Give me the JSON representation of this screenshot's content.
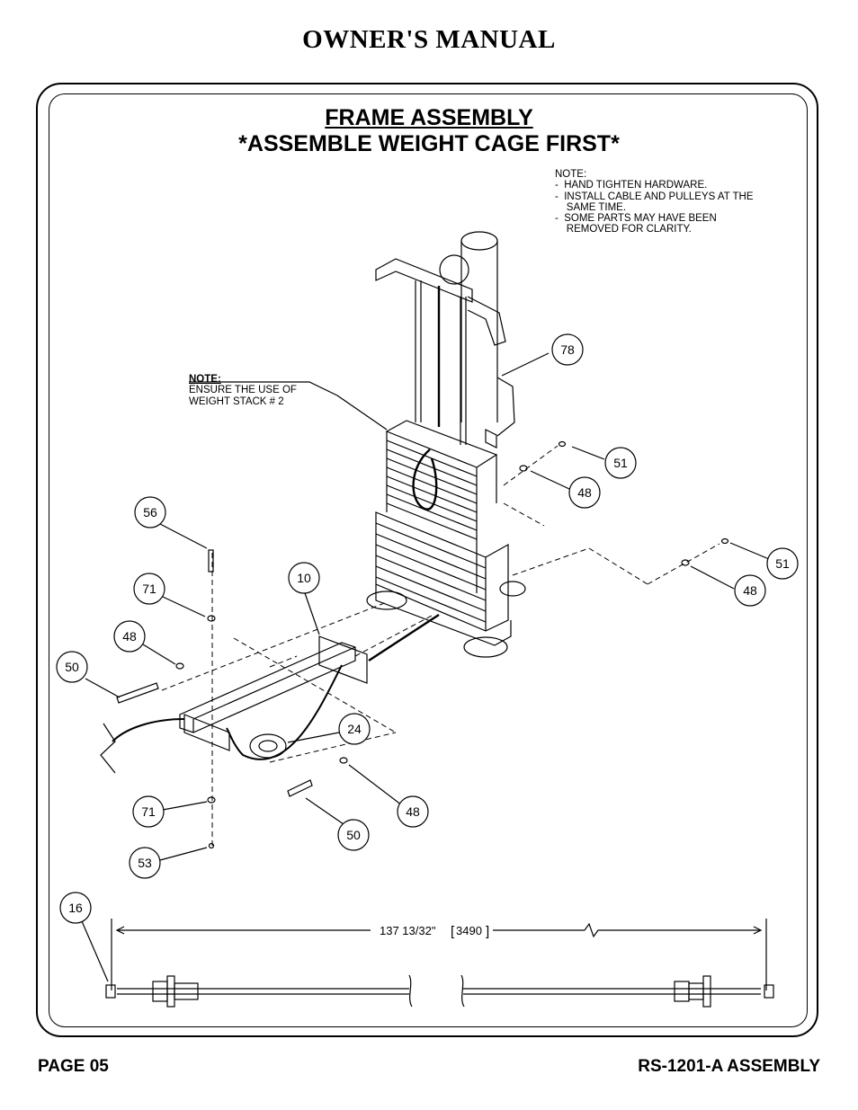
{
  "header": {
    "title": "OWNER'S MANUAL"
  },
  "section": {
    "title": "FRAME ASSEMBLY",
    "subtitle": "*ASSEMBLE WEIGHT CAGE FIRST*"
  },
  "note_general": {
    "lines": [
      "NOTE:",
      "-  HAND TIGHTEN HARDWARE.",
      "-  INSTALL CABLE AND PULLEYS AT THE",
      "    SAME TIME.",
      "-  SOME PARTS MAY HAVE BEEN",
      "    REMOVED FOR CLARITY."
    ]
  },
  "note_stack": {
    "heading": "NOTE:",
    "lines": [
      "ENSURE THE USE OF",
      "WEIGHT STACK # 2"
    ]
  },
  "callouts": [
    "78",
    "51",
    "48",
    "51",
    "48",
    "56",
    "10",
    "71",
    "48",
    "50",
    "24",
    "48",
    "71",
    "50",
    "53",
    "16"
  ],
  "dimension": {
    "label": "137 13/32\"",
    "metric": "3490"
  },
  "footer": {
    "page": "PAGE 05",
    "model": "RS-1201-A ASSEMBLY"
  }
}
